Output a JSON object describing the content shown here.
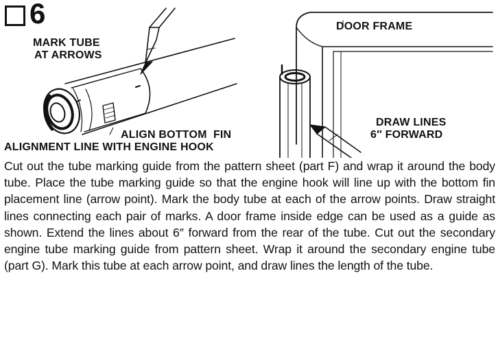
{
  "step": {
    "number": "6"
  },
  "labels": {
    "mark_tube": [
      "MARK TUBE",
      "AT ARROWS"
    ],
    "door_frame": "DOOR FRAME",
    "draw_lines": [
      "DRAW LINES",
      "6″ FORWARD"
    ],
    "align_fin": [
      "ALIGN BOTTOM  FIN",
      "ALIGNMENT LINE WITH ENGINE HOOK"
    ]
  },
  "instructions": "Cut out the tube marking guide from the pattern sheet (part F) and wrap it around the body tube. Place the tube marking guide so that the engine hook will line up with the bottom fin placement line (arrow point). Mark the body tube at each of the arrow points. Draw straight lines connecting each pair of marks. A door frame inside edge can be used as a guide as shown. Extend the lines about 6″ forward from the rear of the tube. Cut out the secondary engine tube marking guide from pattern sheet. Wrap it around the secondary engine tube (part G). Mark this tube at each arrow point, and draw lines the length of the tube."
}
